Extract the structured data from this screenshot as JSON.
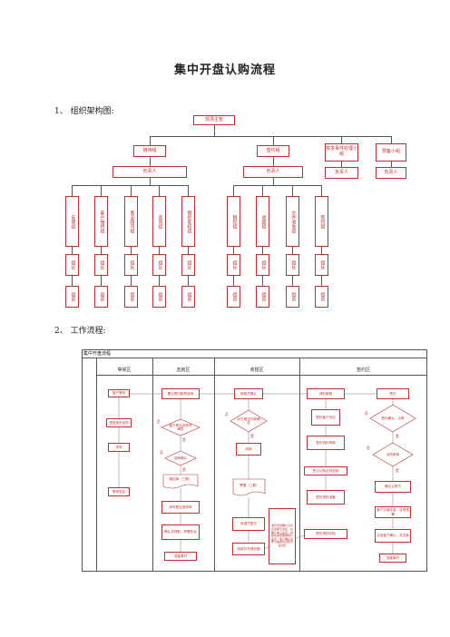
{
  "title": "集中开盘认购流程",
  "section1": "1、 组织架构图:",
  "section2": "2、 工作流程:",
  "org": {
    "root": "现场主管",
    "groups": [
      {
        "name": "接待组",
        "lead": "负责人"
      },
      {
        "name": "签约组",
        "lead": "负责人"
      },
      {
        "name": "突发事件处理小组",
        "lead": "负责人"
      },
      {
        "name": "预备小组",
        "lead": "负责人"
      }
    ],
    "units": [
      "安保组",
      "客户接待组",
      "置业顾问组",
      "咨询组",
      "销控复核组",
      "销控组",
      "收银组",
      "文件收发组",
      "签约组"
    ],
    "leader_label": "组长",
    "member_label": "组员"
  },
  "flow": {
    "title": "集中开盘流程",
    "lanes": [
      "等候区",
      "选房区",
      "收银区",
      "签约区"
    ],
    "waiting": [
      "客户等待",
      "查验身份证件",
      "排号",
      "等号进区"
    ],
    "selection": [
      "置业顾问陪同选房",
      "客户是否对房号满意",
      "选房确认",
      "销控单（三联）",
      "填写登记选房单",
      "确认并领取、签署协议",
      "送客离开"
    ],
    "cashier": [
      "收款员确认",
      "对方是否付款确定",
      "收款",
      "票据（三联）",
      "收银员签字",
      "收款并开具收据"
    ],
    "cashier_note": "收款员的确认及对应金额无误后，在确认单上签字；如相关事项需要客户签字，客户确认后即可由收款员转交签约区",
    "signing": [
      "资料审核",
      "签约",
      "签约客户协议",
      "签约资料审核",
      "签订认购合同资料",
      "签约确认，出具",
      "签约资料准备",
      "客户交纳定金，合同签署",
      "合同审核",
      "确认认购书",
      "交给客户确认，并交款",
      "签约资料存档",
      "送客离开"
    ],
    "yes": "是",
    "no": "否"
  }
}
